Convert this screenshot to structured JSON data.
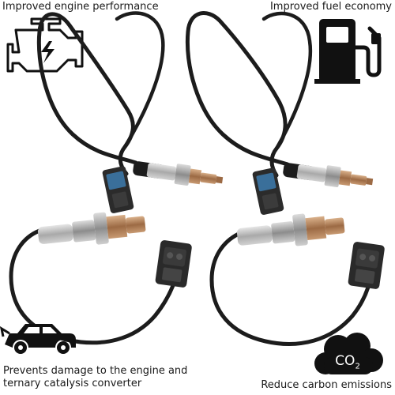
{
  "captions": {
    "top_left": "Improved engine performance",
    "top_right": "Improved fuel economy",
    "bottom_left_line1": "Prevents damage to the engine and",
    "bottom_left_line2": "ternary catalysis converter",
    "bottom_right": "Reduce carbon emissions"
  },
  "icons": {
    "top_left": "engine-check-icon",
    "top_right": "fuel-pump-icon",
    "bottom_left": "car-icon",
    "bottom_right": "co2-cloud-icon"
  },
  "co2_badge": {
    "main": "CO",
    "sub": "2"
  },
  "colors": {
    "wire": "#1c1c1c",
    "connector": "#2a2a2a",
    "connector_accent": "#3a6f9a",
    "sensor_metal": "#b8b8b8",
    "sensor_copper": "#b7835a",
    "icon_dark": "#111111",
    "cloud": "#111111"
  }
}
